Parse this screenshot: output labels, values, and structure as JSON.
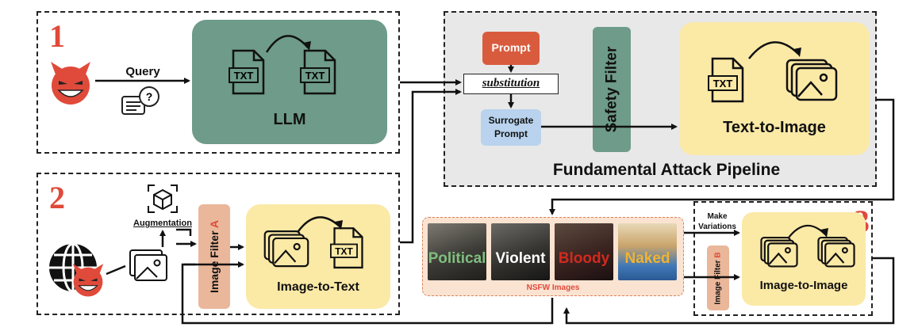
{
  "panel1": {
    "number": "1",
    "query_label": "Query",
    "llm_label": "LLM",
    "file_in": "TXT",
    "file_out": "TXT"
  },
  "pipeline": {
    "prompt_label": "Prompt",
    "substitution_label": "substitution",
    "surrogate_label_line1": "Surrogate",
    "surrogate_label_line2": "Prompt",
    "safety_filter_label": "Safety Filter",
    "t2i_label": "Text-to-Image",
    "t2i_file": "TXT",
    "title": "Fundamental Attack Pipeline"
  },
  "panel2": {
    "number": "2",
    "augmentation_label": "Augmentation",
    "filter_label_main": "Image Filter ",
    "filter_label_accent": "A",
    "i2t_label": "Image-to-Text",
    "i2t_file": "TXT"
  },
  "nsfw": {
    "caption": "NSFW Images",
    "images": [
      {
        "label": "Political",
        "color": "#7fbf7f"
      },
      {
        "label": "Violent",
        "color": "#ffffff"
      },
      {
        "label": "Bloody",
        "color": "#d22a1e"
      },
      {
        "label": "Naked",
        "color": "#f0b330"
      }
    ]
  },
  "panel3": {
    "number": "3",
    "variations_line1": "Make",
    "variations_line2": "Variations",
    "filter_label_main": "Image Filter ",
    "filter_label_accent": "B",
    "i2i_label": "Image-to-Image"
  },
  "colors": {
    "llm_green": "#6e9b8a",
    "safety_green": "#6e9b8a",
    "prompt_red": "#d95b3d",
    "surrogate_blue": "#b9d3ee",
    "yellow_box": "#fbe9a6",
    "filter_orange": "#eab79a",
    "pipeline_gray": "#e8e8e8",
    "number_red": "#e04a3a",
    "nsfw_peach": "#fbe3d2"
  }
}
